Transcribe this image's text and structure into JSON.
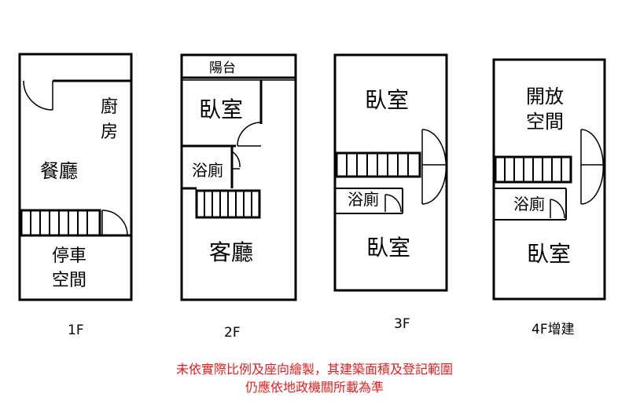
{
  "floors": [
    {
      "label": "1F",
      "rooms": {
        "kitchen_a": "廚",
        "kitchen_b": "房",
        "dining": "餐廳",
        "parking_a": "停車",
        "parking_b": "空間"
      }
    },
    {
      "label": "2F",
      "rooms": {
        "balcony": "陽台",
        "bedroom": "臥室",
        "bath": "浴廁",
        "living": "客廳"
      }
    },
    {
      "label": "3F",
      "rooms": {
        "bedroom_top": "臥室",
        "bath": "浴廁",
        "bedroom_bottom": "臥室"
      }
    },
    {
      "label": "4F增建",
      "rooms": {
        "open_a": "開放",
        "open_b": "空間",
        "bath": "浴廁",
        "bedroom": "臥室"
      }
    }
  ],
  "disclaimer": {
    "line1": "未依實際比例及座向繪製，其建築面積及登記範圍",
    "line2": "仍應依地政機關所載為準"
  },
  "colors": {
    "walls": "#000000",
    "disclaimer": "#e02020"
  }
}
